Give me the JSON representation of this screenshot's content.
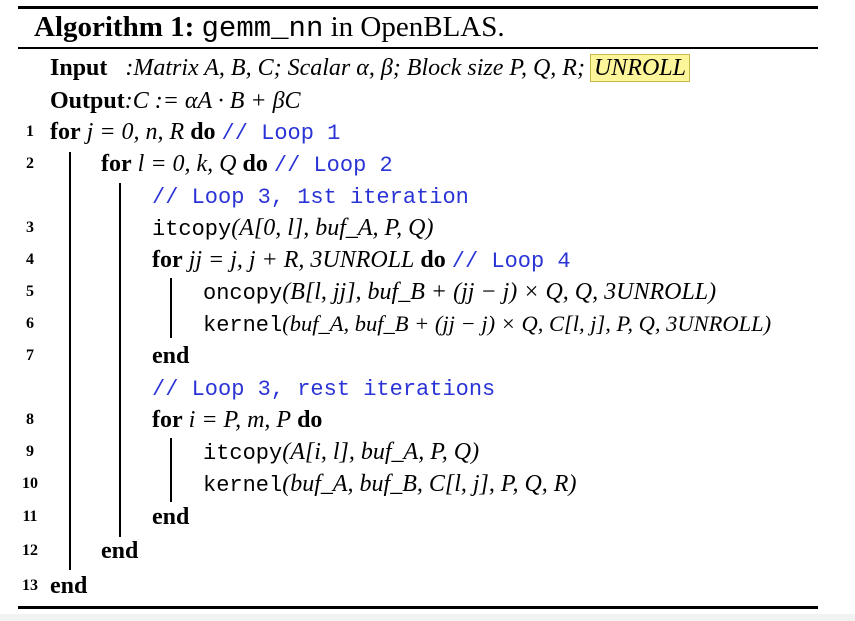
{
  "title": {
    "label": "Algorithm 1:",
    "func": "gemm_nn",
    "rest": "in OpenBLAS."
  },
  "io": {
    "input_label": "Input",
    "input_text": ":Matrix A, B, C; Scalar α, β; Block size P, Q, R;",
    "input_highlight": "UNROLL",
    "output_label": "Output",
    "output_text": ":C := αA · B + βC"
  },
  "lines": {
    "l1": {
      "num": "1",
      "kw": "for",
      "expr": "j = 0, n, R",
      "kw2": "do",
      "comment": "// Loop 1"
    },
    "l2": {
      "num": "2",
      "kw": "for",
      "expr": "l = 0, k, Q",
      "kw2": "do",
      "comment": "// Loop 2"
    },
    "c3": {
      "comment": "// Loop 3, 1st iteration"
    },
    "l3": {
      "num": "3",
      "fn": "itcopy",
      "args": "(A[0, l], buf_A, P, Q)"
    },
    "l4": {
      "num": "4",
      "kw": "for",
      "expr": "jj = j, j + R, 3UNROLL",
      "kw2": "do",
      "comment": "// Loop 4"
    },
    "l5": {
      "num": "5",
      "fn": "oncopy",
      "args": "(B[l, jj], buf_B + (jj − j) × Q, Q, 3UNROLL)"
    },
    "l6": {
      "num": "6",
      "fn": "kernel",
      "args": "(buf_A, buf_B + (jj − j) × Q, C[l, j], P, Q, 3UNROLL)"
    },
    "l7": {
      "num": "7",
      "kw": "end"
    },
    "c8": {
      "comment": "// Loop 3, rest iterations"
    },
    "l8": {
      "num": "8",
      "kw": "for",
      "expr": "i = P, m, P",
      "kw2": "do"
    },
    "l9": {
      "num": "9",
      "fn": "itcopy",
      "args": "(A[i, l], buf_A, P, Q)"
    },
    "l10": {
      "num": "10",
      "fn": "kernel",
      "args": "(buf_A, buf_B, C[l, j], P, Q, R)"
    },
    "l11": {
      "num": "11",
      "kw": "end"
    },
    "l12": {
      "num": "12",
      "kw": "end"
    },
    "l13": {
      "num": "13",
      "kw": "end"
    }
  }
}
